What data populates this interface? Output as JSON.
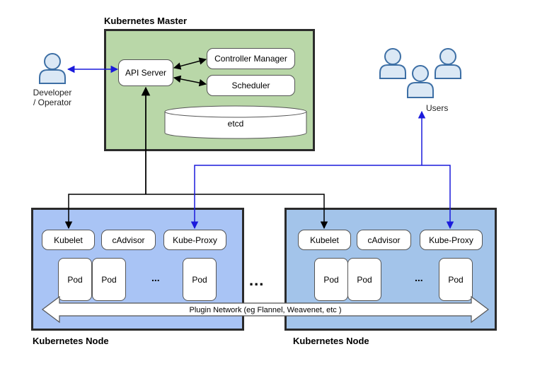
{
  "master": {
    "title": "Kubernetes Master",
    "api_server": "API Server",
    "controller_manager": "Controller Manager",
    "scheduler": "Scheduler",
    "etcd": "etcd"
  },
  "developer": {
    "line1": "Developer",
    "line2": "/ Operator"
  },
  "users": {
    "label": "Users"
  },
  "node_left": {
    "title": "Kubernetes Node",
    "kubelet": "Kubelet",
    "cadvisor": "cAdvisor",
    "kube_proxy": "Kube-Proxy",
    "pods": [
      "Pod",
      "Pod",
      "Pod"
    ],
    "ellipsis": "..."
  },
  "node_right": {
    "title": "Kubernetes Node",
    "kubelet": "Kubelet",
    "cadvisor": "cAdvisor",
    "kube_proxy": "Kube-Proxy",
    "pods": [
      "Pod",
      "Pod",
      "Pod"
    ],
    "ellipsis": "..."
  },
  "between_nodes": "...",
  "plugin_network": "Plugin Network (eg Flannel, Weavenet, etc )",
  "colors": {
    "master_fill": "#b9d7a8",
    "node_left_fill": "#a9c4f5",
    "node_right_fill": "#a3c4ea",
    "blue_connector": "#1a1adc",
    "black_connector": "#000000",
    "person_outline": "#3d6fa5"
  }
}
